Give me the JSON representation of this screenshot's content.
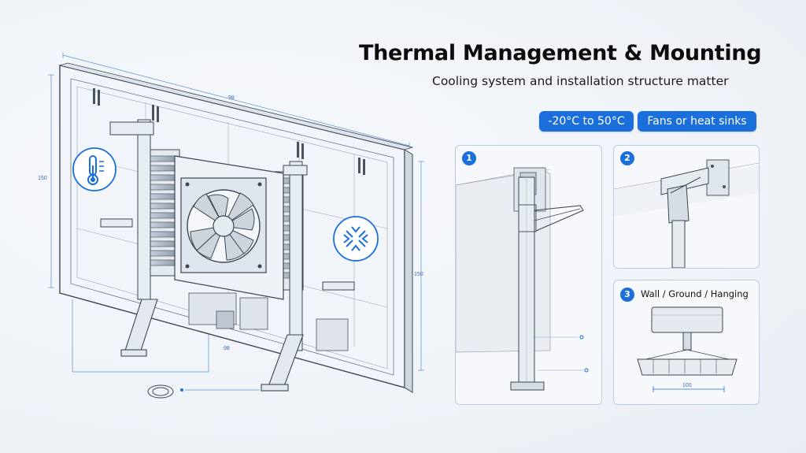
{
  "header": {
    "title": "Thermal Management & Mounting",
    "subtitle": "Cooling system and installation structure matter"
  },
  "tags": {
    "temperature_range": "-20°C to 50°C",
    "cooling": "Fans or heat sinks"
  },
  "panels": [
    {
      "number": "1",
      "label": ""
    },
    {
      "number": "2",
      "label": ""
    },
    {
      "number": "3",
      "label": "Wall / Ground / Hanging"
    }
  ],
  "dimensions": {
    "top_width": "98",
    "left_height": "150",
    "right_height": "150",
    "bottom_width": "98",
    "hanging_width": "100"
  },
  "icons": {
    "left_circle": "thermometer-icon",
    "right_circle": "airflow-icon",
    "accent": "#1a6fdb"
  }
}
